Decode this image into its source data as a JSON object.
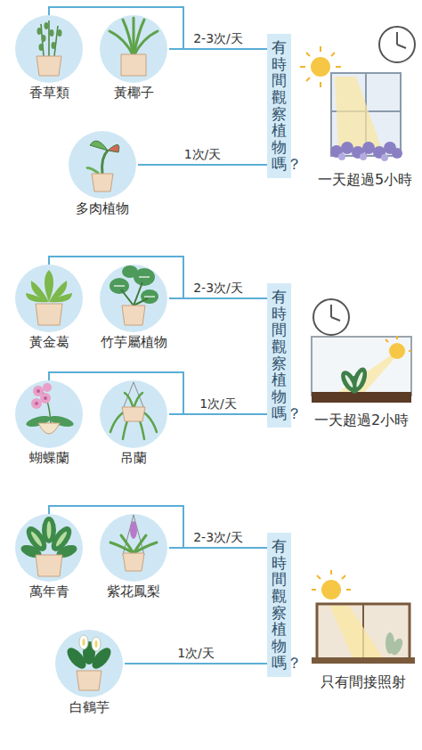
{
  "diagram": {
    "nodes": [
      {
        "text": [
          "一天超過5小時"
        ]
      },
      {
        "text": [
          "有時間觀察植物嗎？"
        ]
      },
      {
        "text": [
          "黃椰子"
        ]
      },
      {
        "text": [
          "香草類"
        ]
      },
      {
        "text": [
          "多肉植物"
        ]
      },
      {
        "text": [
          "一天超過2小時"
        ]
      },
      {
        "text": [
          "有時間觀察植物嗎？"
        ]
      },
      {
        "text": [
          "竹芋屬植物"
        ]
      },
      {
        "text": [
          "黃金葛"
        ]
      },
      {
        "text": [
          "吊蘭"
        ]
      },
      {
        "text": [
          "蝴蝶蘭"
        ]
      },
      {
        "text": [
          "只有間接照射"
        ]
      },
      {
        "text": [
          "有時間觀察植物嗎？"
        ]
      },
      {
        "text": [
          "紫花鳳梨"
        ]
      },
      {
        "text": [
          "萬年青"
        ]
      },
      {
        "text": [
          "白鶴芋"
        ]
      }
    ],
    "edges": [
      {
        "from": 1,
        "to": 2,
        "arrow": "none",
        "label": "2-3次/天"
      },
      {
        "from": 1,
        "to": 3,
        "arrow": "none"
      },
      {
        "from": 1,
        "to": 4,
        "arrow": "none",
        "label": "1次/天"
      },
      {
        "from": 6,
        "to": 7,
        "arrow": "none",
        "label": "2-3次/天"
      },
      {
        "from": 6,
        "to": 8,
        "arrow": "none"
      },
      {
        "from": 6,
        "to": 9,
        "arrow": "none",
        "label": "1次/天"
      },
      {
        "from": 6,
        "to": 10,
        "arrow": "none"
      },
      {
        "from": 12,
        "to": 13,
        "arrow": "none",
        "label": "2-3次/天"
      },
      {
        "from": 12,
        "to": 14,
        "arrow": "none"
      },
      {
        "from": 12,
        "to": 15,
        "arrow": "none",
        "label": "1次/天"
      }
    ]
  }
}
